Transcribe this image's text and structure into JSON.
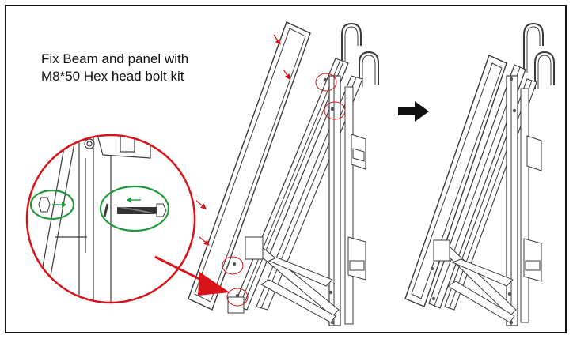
{
  "caption": {
    "line1": "Fix Beam and panel with",
    "line2": "M8*50 Hex head bolt kit"
  },
  "colors": {
    "highlight": "#d9131a",
    "callout_green": "#1e9a3c",
    "line": "#3a3a3a",
    "border": "#111111"
  },
  "icons": [
    "zoom-callout",
    "hex-bolt",
    "nut",
    "arrow-right"
  ]
}
